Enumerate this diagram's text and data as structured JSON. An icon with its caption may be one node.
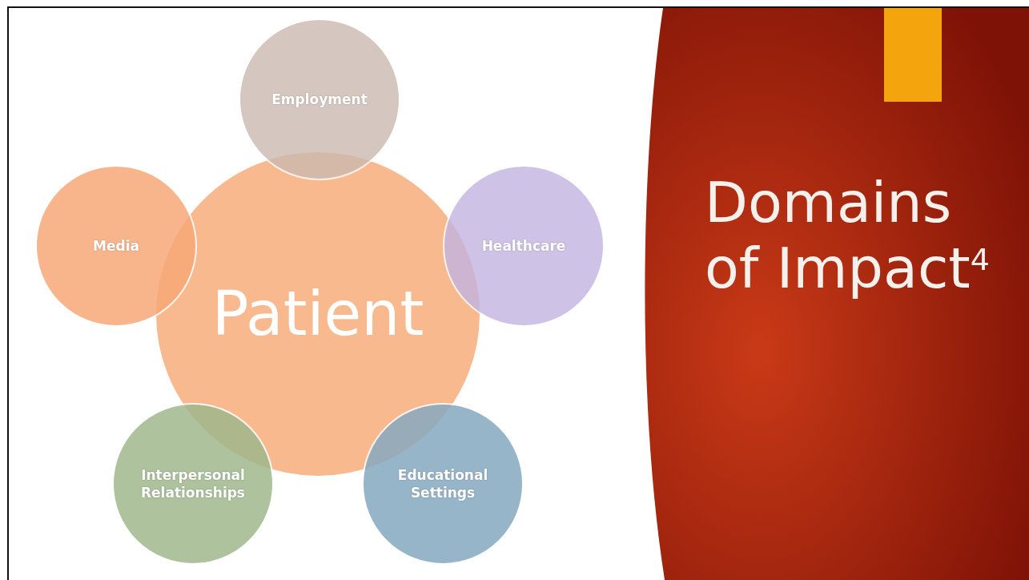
{
  "diagram": {
    "title": "Domains of Impact$^{4}$",
    "nodes": [
      {
        "text": [
          "Employment"
        ]
      },
      {
        "text": [
          "Media"
        ]
      },
      {
        "text": [
          "Healthcare"
        ]
      },
      {
        "text": [
          "Patient"
        ]
      },
      {
        "text": [
          "Interpersonal Relationships"
        ]
      },
      {
        "text": [
          "Educational Settings"
        ]
      }
    ],
    "edges": []
  }
}
